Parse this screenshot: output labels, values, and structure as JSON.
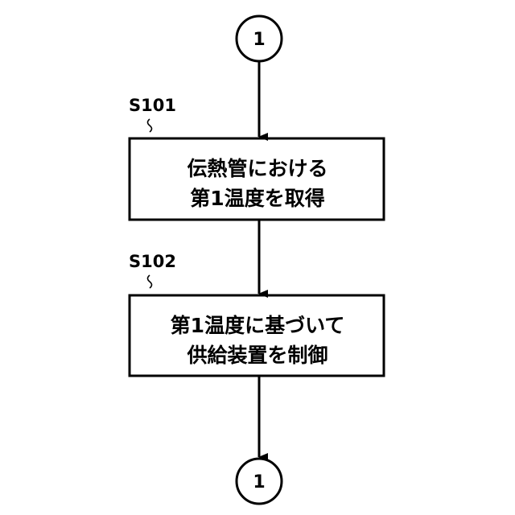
{
  "connectors": {
    "top": {
      "label": "1"
    },
    "bottom": {
      "label": "1"
    }
  },
  "steps": [
    {
      "id": "S101",
      "lines": [
        "伝熱管における",
        "第1温度を取得"
      ]
    },
    {
      "id": "S102",
      "lines": [
        "第1温度に基づいて",
        "供給装置を制御"
      ]
    }
  ]
}
